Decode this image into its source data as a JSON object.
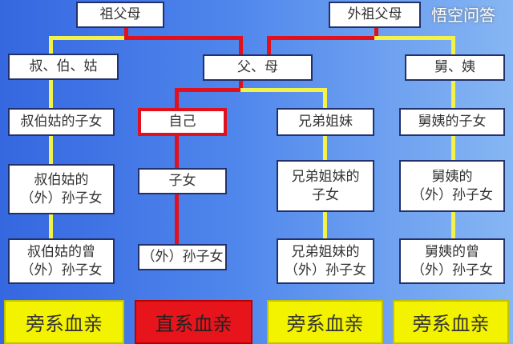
{
  "nodes": {
    "grandparents": "祖父母",
    "maternal_grandparents": "外祖父母",
    "uncles_aunts_paternal": "叔、伯、姑",
    "parents": "父、母",
    "uncles_aunts_maternal": "舅、姨",
    "paternal_cousins": "叔伯姑的子女",
    "self": "自己",
    "siblings": "兄弟姐妹",
    "maternal_cousins": "舅姨的子女",
    "paternal_grandchildren_1": "叔伯姑的",
    "paternal_grandchildren_2": "（外）孙子女",
    "children": "子女",
    "sibling_children_1": "兄弟姐妹的",
    "sibling_children_2": "子女",
    "maternal_grandchildren_1": "舅姨的",
    "maternal_grandchildren_2": "（外）孙子女",
    "paternal_great_1": "叔伯姑的曾",
    "paternal_great_2": "（外）孙子女",
    "grandchildren": "（外）孙子女",
    "sibling_grand_1": "兄弟姐妹的",
    "sibling_grand_2": "（外）孙子女",
    "maternal_great_1": "舅姨的曾",
    "maternal_great_2": "（外）孙子女"
  },
  "labels": [
    "旁系血亲",
    "直系血亲",
    "旁系血亲",
    "旁系血亲"
  ],
  "watermark": "悟空问答",
  "colors": {
    "collateral": "#f3f300",
    "lineal": "#e8141c",
    "background": "#4f86ec"
  }
}
